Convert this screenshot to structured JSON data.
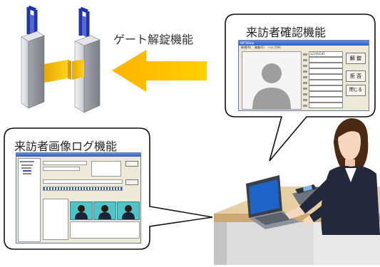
{
  "gate_function": {
    "label": "ゲート解錠機能"
  },
  "visitor_confirm": {
    "title": "来訪者確認機能",
    "window": {
      "title": "WF5iData",
      "menu": [
        "新規(N)",
        "編集(E)",
        "ヘルプ(H)"
      ],
      "field_first_value": "1234SG45",
      "buttons": [
        "解 錠",
        "拒 否",
        "閉じる"
      ]
    }
  },
  "visitor_log": {
    "title": "来訪者画像ログ機能"
  },
  "colors": {
    "arrow": "#FFC000",
    "gate_blue": "#2233AA",
    "gate_light": "#D9D9DF",
    "gate_dark": "#9A9AA4",
    "callout_border": "#111111"
  },
  "icons": [
    "gate-icon",
    "arrow-left-icon",
    "person-silhouette-icon",
    "receptionist-illustration",
    "laptop-icon",
    "phone-icon"
  ]
}
